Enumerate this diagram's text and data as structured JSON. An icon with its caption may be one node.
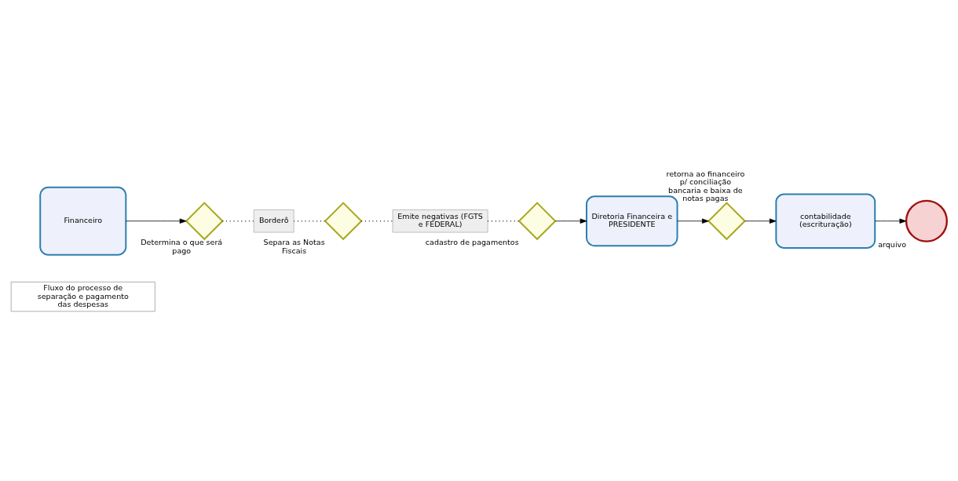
{
  "diagram": {
    "nodes": [
      {
        "text": [
          "Fluxo do processo de separação e pagamento das despesas"
        ]
      },
      {
        "text": [
          "Financeiro"
        ]
      },
      {
        "text": [],
        "shape": "diamond",
        "beside": [
          "Determina o que será pago"
        ]
      },
      {
        "text": [
          "Borderô"
        ]
      },
      {
        "text": [],
        "shape": "diamond",
        "beside": [
          "Separa as Notas Fiscais"
        ]
      },
      {
        "text": [
          "Emite negativas (FGTS e FEDERAL)"
        ]
      },
      {
        "text": [],
        "shape": "diamond",
        "beside": [
          "cadastro de pagamentos"
        ]
      },
      {
        "text": [
          "Diretoria Financeira e PRESIDENTE"
        ]
      },
      {
        "text": [],
        "shape": "diamond",
        "beside": [
          "retorna ao financeiro p/ conciliação bancaria e baixa de notas pagas"
        ]
      },
      {
        "text": [
          "contabilidade (escrituração)"
        ]
      },
      {
        "text": [],
        "shape": "circle",
        "beside": [
          "arquivo"
        ]
      }
    ],
    "edges": [
      {
        "from": 1,
        "to": 2,
        "arrow": "to"
      },
      {
        "from": 2,
        "to": 3,
        "arrow": "none",
        "style": "dashed"
      },
      {
        "from": 3,
        "to": 4,
        "arrow": "none",
        "style": "dashed"
      },
      {
        "from": 4,
        "to": 5,
        "arrow": "none",
        "style": "dashed"
      },
      {
        "from": 5,
        "to": 6,
        "arrow": "none",
        "style": "dashed"
      },
      {
        "from": 6,
        "to": 7,
        "arrow": "to"
      },
      {
        "from": 7,
        "to": 8,
        "arrow": "to"
      },
      {
        "from": 8,
        "to": 9,
        "arrow": "to"
      },
      {
        "from": 9,
        "to": 10,
        "arrow": "to"
      }
    ]
  }
}
